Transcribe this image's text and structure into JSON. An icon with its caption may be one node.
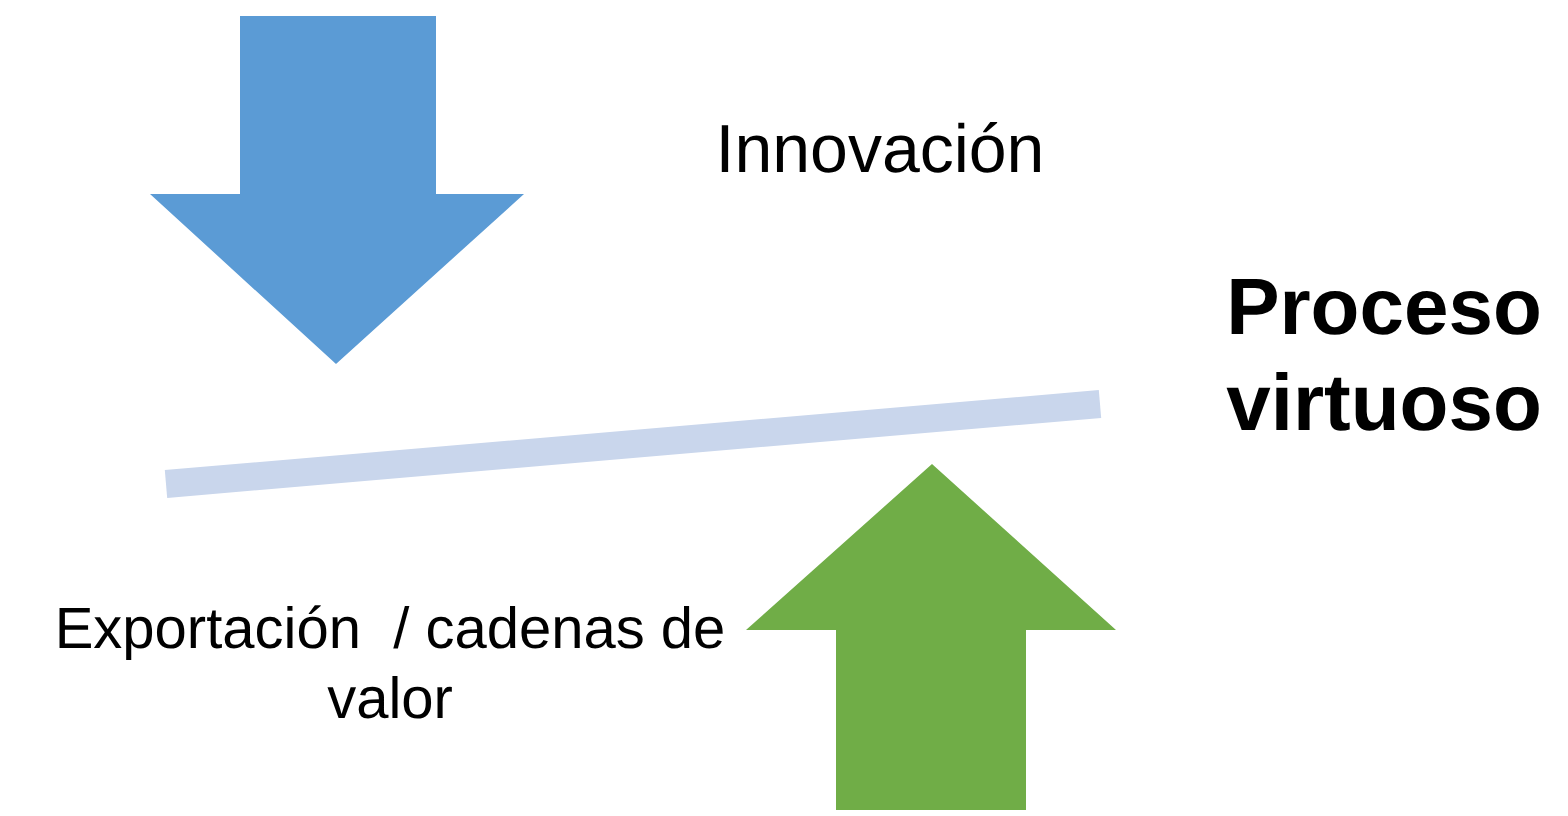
{
  "diagram": {
    "labels": [
      "Innovación",
      "Proceso virtuoso",
      "Exportación  / cadenas de valor"
    ]
  }
}
